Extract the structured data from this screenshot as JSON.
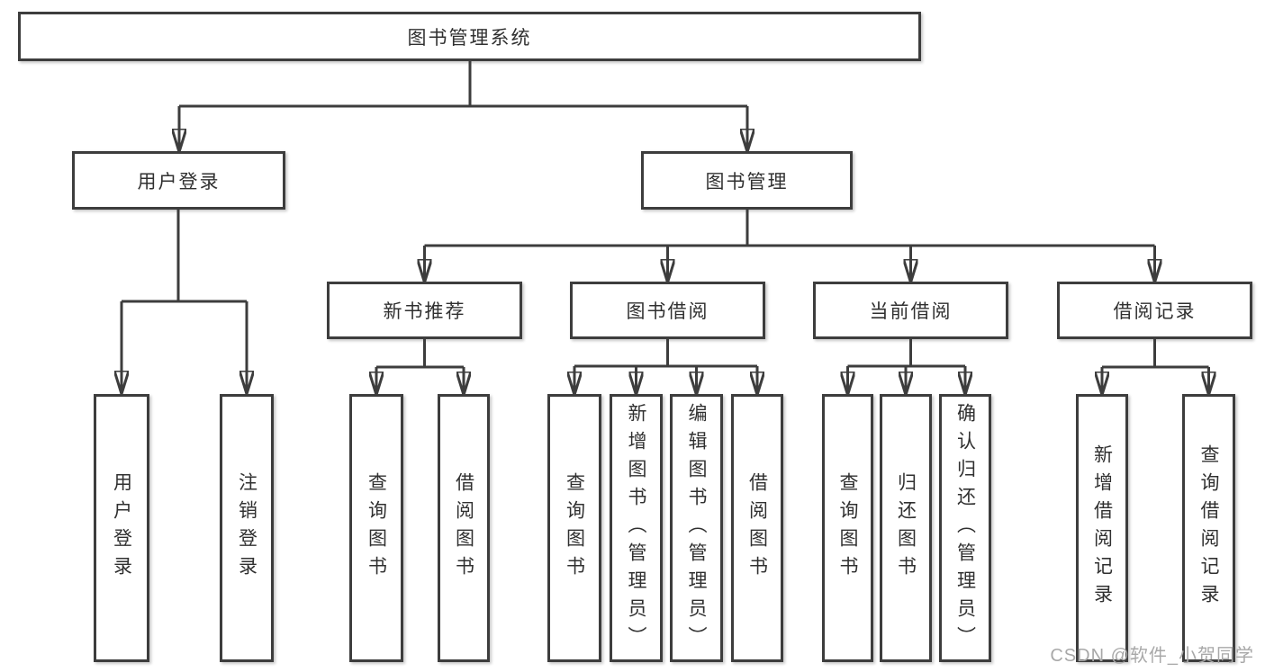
{
  "colors": {
    "line": "#3d3d3d",
    "text": "#303030",
    "watermark": "#a8a8a8",
    "background": "#ffffff"
  },
  "watermark": {
    "text": "CSDN @软件_小贺同学"
  },
  "tree": {
    "root": {
      "label": "图书管理系统",
      "children": [
        {
          "label": "用户登录",
          "children": [
            {
              "label": "用户登录"
            },
            {
              "label": "注销登录"
            }
          ]
        },
        {
          "label": "图书管理",
          "children": [
            {
              "label": "新书推荐",
              "children": [
                {
                  "label": "查询图书"
                },
                {
                  "label": "借阅图书"
                }
              ]
            },
            {
              "label": "图书借阅",
              "children": [
                {
                  "label": "查询图书"
                },
                {
                  "label": "新增图书（管理员）"
                },
                {
                  "label": "编辑图书（管理员）"
                },
                {
                  "label": "借阅图书"
                }
              ]
            },
            {
              "label": "当前借阅",
              "children": [
                {
                  "label": "查询图书"
                },
                {
                  "label": "归还图书"
                },
                {
                  "label": "确认归还（管理员）"
                }
              ]
            },
            {
              "label": "借阅记录",
              "children": [
                {
                  "label": "新增借阅记录"
                },
                {
                  "label": "查询借阅记录"
                }
              ]
            }
          ]
        }
      ]
    }
  }
}
